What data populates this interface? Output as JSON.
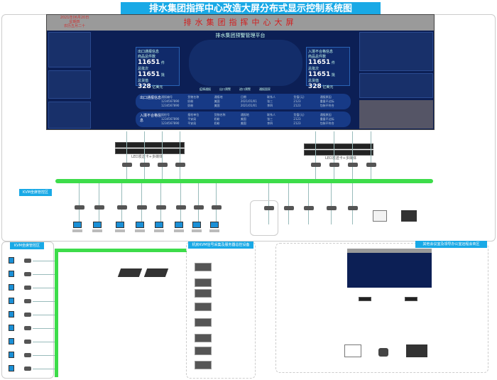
{
  "title": "排水集团指挥中心改造大屏分布式显示控制系统图",
  "screen": {
    "header": "排水集团指挥中心大屏",
    "date_lines": [
      "2021年06月20日",
      "星期四",
      "农历五月二十"
    ],
    "platform": "排水集团预警管理平台",
    "left_panel": {
      "title": "出口通报信息",
      "items": [
        {
          "label": "商品总件数",
          "value": "11651",
          "unit": "件"
        },
        {
          "label": "总批次",
          "value": "11651",
          "unit": "批"
        },
        {
          "label": "总货值",
          "value": "328",
          "unit": "亿美元"
        }
      ]
    },
    "right_panel": {
      "title": "入境不合格信息",
      "items": [
        {
          "label": "商品总件数",
          "value": "11651",
          "unit": "件"
        },
        {
          "label": "总批次",
          "value": "11651",
          "unit": "批"
        },
        {
          "label": "总货值",
          "value": "328",
          "unit": "亿美元"
        }
      ]
    },
    "legend": [
      "疫情通报",
      "出口预警",
      "进口预警",
      "通报国家"
    ],
    "table1": {
      "label": "出口通报信息",
      "headers": [
        "通报编号",
        "货物名称",
        "通报地",
        "日期",
        "联系人",
        "货值(元)",
        "通报原因"
      ],
      "rows": [
        [
          "1234567890",
          "奶粉",
          "美国",
          "2021/01/01",
          "张三",
          "2123",
          "重量不达标"
        ],
        [
          "1234567890",
          "奶粉",
          "美国",
          "2021/01/01",
          "李四",
          "2123",
          "包装不符合"
        ]
      ]
    },
    "table2": {
      "label": "入境不合格信息",
      "headers": [
        "报检号",
        "报检单位",
        "货物名称",
        "通报地",
        "联系人",
        "货值(元)",
        "通报原因"
      ],
      "rows": [
        [
          "1234567890",
          "平安局",
          "奶粉",
          "美国",
          "张三",
          "2123",
          "重量不达标"
        ],
        [
          "1234567890",
          "平安局",
          "奶粉",
          "美国",
          "李四",
          "2123",
          "包装不符合"
        ]
      ]
    }
  },
  "devices": {
    "led_card_left": "LED发送卡+多媒体",
    "led_card_right": "LED发送卡+多媒体"
  },
  "zones": {
    "kvm_seat": "KVM坐席管控区",
    "kvm_left": "KVM坐席管控区",
    "server_room": "机房KVM信号采集及服务器总控设备",
    "remote": "其他会议室及领导办公室远程会商区"
  },
  "colors": {
    "accent": "#19a9e6",
    "bus": "#3ddc4a",
    "screen": "#0c1f55"
  }
}
